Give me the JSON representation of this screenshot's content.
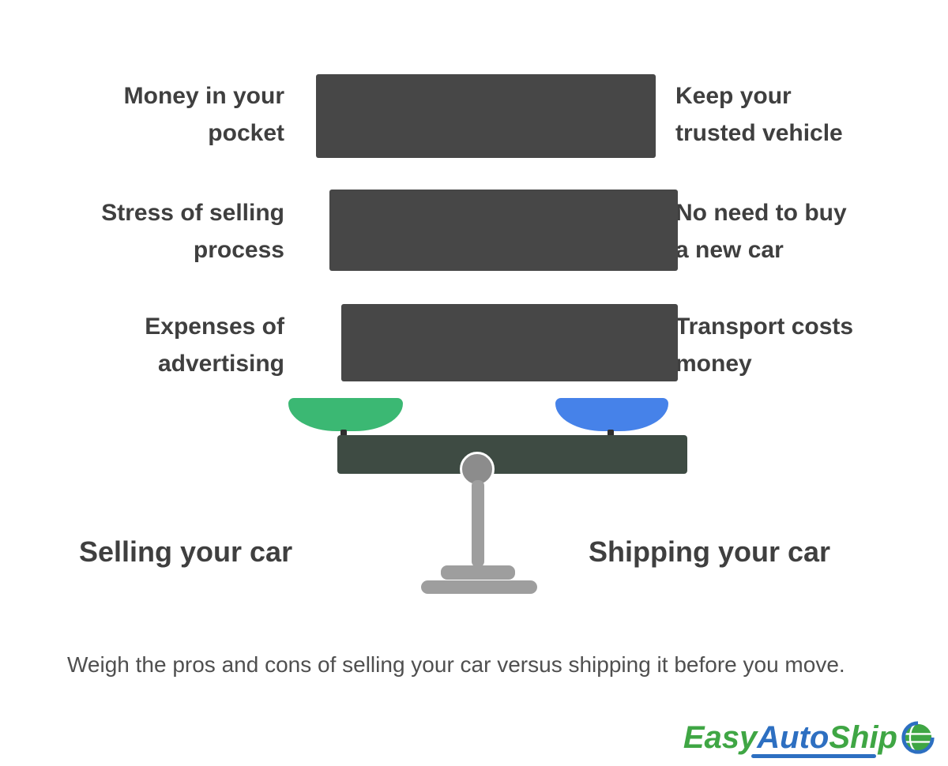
{
  "rows": [
    {
      "left": {
        "line1": "Money in your",
        "line2": "pocket"
      },
      "right": {
        "line1": "Keep your",
        "line2": "trusted vehicle"
      }
    },
    {
      "left": {
        "line1": "Stress of selling",
        "line2": "process"
      },
      "right": {
        "line1": "No need to buy",
        "line2": "a new car"
      }
    },
    {
      "left": {
        "line1": "Expenses of",
        "line2": "advertising"
      },
      "right": {
        "line1": "Transport costs",
        "line2": "money"
      }
    }
  ],
  "scale": {
    "left_pan_color": "#3bb873",
    "right_pan_color": "#4682e9",
    "beam_color": "#3e4b43",
    "stand_color": "#9e9e9e"
  },
  "banner_color": "#474747",
  "footer": {
    "left_label": "Selling your car",
    "right_label": "Shipping your car",
    "caption": "Weigh the pros and cons of selling your car versus shipping it before you move."
  },
  "logo": {
    "part_easy": "Easy",
    "part_auto": "Auto",
    "part_ship": "Ship",
    "globe_icon": "globe-icon",
    "green": "#3fa644",
    "blue": "#2d6fc1"
  }
}
